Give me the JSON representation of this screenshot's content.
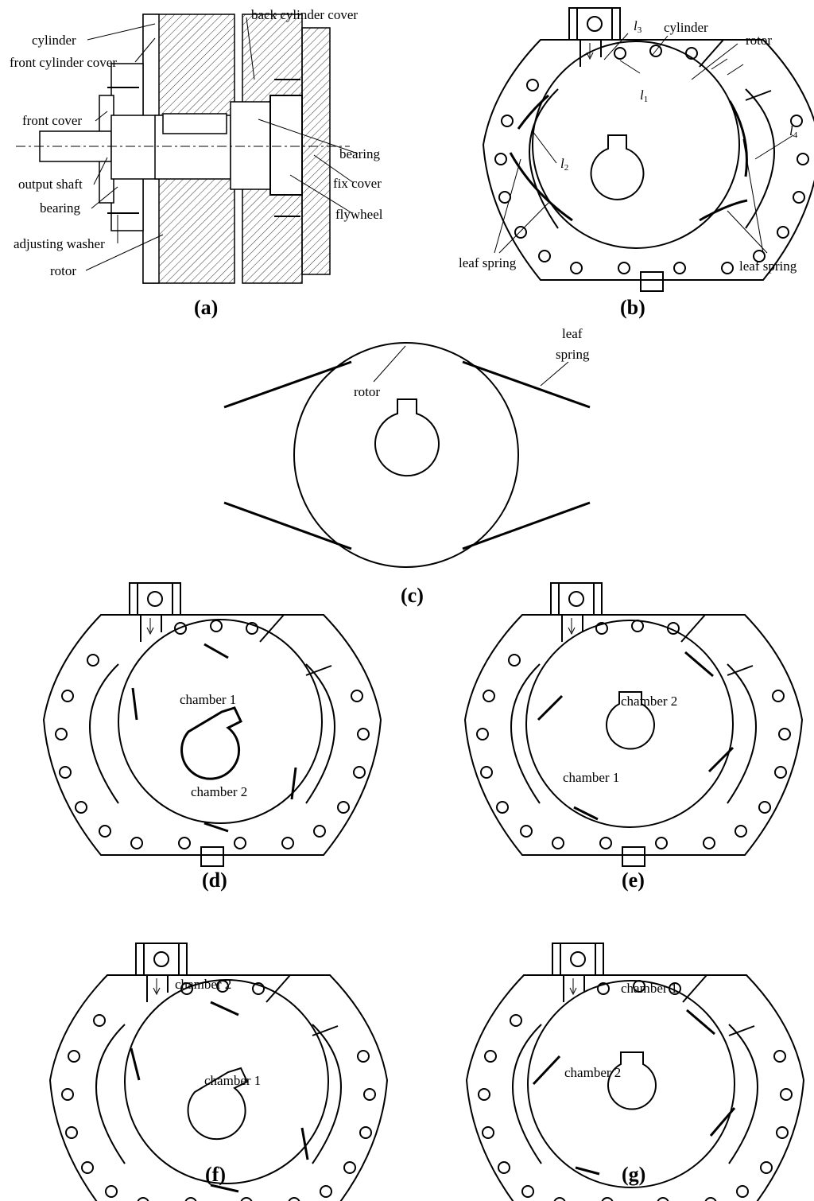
{
  "panel_a": {
    "caption_letter": "a",
    "labels": {
      "cylinder": "cylinder",
      "front_cylinder_cover": "front cylinder cover",
      "back_cylinder_cover": "back cylinder cover",
      "front_cover": "front cover",
      "output_shaft": "output shaft",
      "bearing_left": "bearing",
      "adjusting_washer": "adjusting washer",
      "rotor": "rotor",
      "bearing_right": "bearing",
      "fix_cover": "fix cover",
      "flywheel": "flywheel"
    }
  },
  "panel_b": {
    "caption_letter": "b",
    "labels": {
      "l3": "l",
      "l3_sub": "3",
      "l1": "l",
      "l1_sub": "1",
      "l2": "l",
      "l2_sub": "2",
      "l4": "l",
      "l4_sub": "4",
      "cylinder": "cylinder",
      "rotor": "rotor",
      "leaf_spring_left": "leaf spring",
      "leaf_spring_right": "leaf spring"
    }
  },
  "panel_c": {
    "caption_letter": "c",
    "labels": {
      "rotor": "rotor",
      "leaf_line1": "leaf",
      "leaf_line2": "spring"
    }
  },
  "panel_d": {
    "caption_letter": "d",
    "chamber_top": "chamber 1",
    "chamber_bottom": "chamber 2"
  },
  "panel_e": {
    "caption_letter": "e",
    "chamber_top": "chamber 2",
    "chamber_bottom": "chamber 1"
  },
  "panel_f": {
    "caption_letter": "f",
    "chamber_top": "chamber 2",
    "chamber_bottom": "chamber 1"
  },
  "panel_g": {
    "caption_letter": "g",
    "chamber_top": "chamber 1",
    "chamber_bottom": "chamber 2"
  }
}
